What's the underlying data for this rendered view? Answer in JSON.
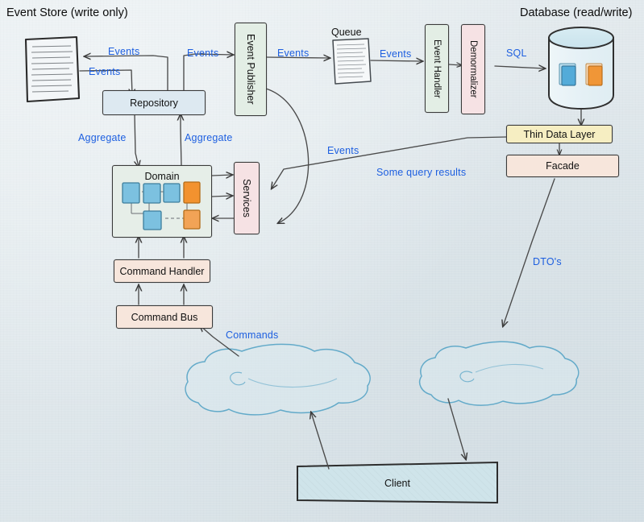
{
  "diagram": {
    "kind": "hand-drawn architecture diagram",
    "medium": "pencil and ink on paper",
    "headings": {
      "left": "Event Store (write only)",
      "right": "Database (read/write)"
    }
  },
  "nodes": {
    "event_store": {
      "label": "",
      "caption": "Event Store (write only)",
      "shape": "document",
      "color": "#f2f5f7"
    },
    "repository": {
      "label": "Repository",
      "shape": "rect",
      "color": "#dde9f1"
    },
    "event_publisher": {
      "label": "Event Publisher",
      "shape": "rect-vertical",
      "color": "#e3eee5"
    },
    "queue": {
      "label": "",
      "caption": "Queue",
      "shape": "document",
      "color": "#f4f6f7"
    },
    "event_handler": {
      "label": "Event Handler",
      "shape": "rect-vertical",
      "color": "#e3eee5"
    },
    "denormalizer": {
      "label": "Demormalizer",
      "shape": "rect-vertical",
      "color": "#f6e2e4"
    },
    "database": {
      "label": "",
      "caption": "Database (read/write)",
      "shape": "cylinder",
      "color": "#d5e8ef"
    },
    "thin_data_layer": {
      "label": "Thin Data Layer",
      "shape": "rect",
      "color": "#f6eec2"
    },
    "facade": {
      "label": "Facade",
      "shape": "rect",
      "color": "#f7e1d6"
    },
    "domain": {
      "label": "Domain",
      "shape": "rect",
      "color": "#e6eee8"
    },
    "services": {
      "label": "Services",
      "shape": "rect-vertical",
      "color": "#f6e2e4"
    },
    "command_handler": {
      "label": "Command Handler",
      "shape": "rect",
      "color": "#f7e6dc"
    },
    "command_bus": {
      "label": "Command Bus",
      "shape": "rect",
      "color": "#f7e6dc"
    },
    "client": {
      "label": "Client",
      "shape": "rect",
      "color": "#cfe4ea"
    },
    "cloud_left": {
      "label": "",
      "shape": "cloud",
      "color": "#dceaf0"
    },
    "cloud_right": {
      "label": "",
      "shape": "cloud",
      "color": "#dceaf0"
    }
  },
  "domain_entities": [
    {
      "id": "e1",
      "color": "#7cc1e0"
    },
    {
      "id": "e2",
      "color": "#7cc1e0"
    },
    {
      "id": "e3",
      "color": "#7cc1e0"
    },
    {
      "id": "e4",
      "color": "#f2922f"
    },
    {
      "id": "e5",
      "color": "#7cc1e0"
    },
    {
      "id": "e6",
      "color": "#f2a356"
    }
  ],
  "database_entities": [
    {
      "id": "d1",
      "color": "#4aa7d8"
    },
    {
      "id": "d2",
      "color": "#f0912c"
    }
  ],
  "edge_labels": [
    {
      "id": "events-store-back",
      "text": "Events"
    },
    {
      "id": "events-store-out",
      "text": "Events"
    },
    {
      "id": "events-to-publisher",
      "text": "Events"
    },
    {
      "id": "events-to-queue",
      "text": "Events"
    },
    {
      "id": "events-to-handler",
      "text": "Events"
    },
    {
      "id": "sql-to-database",
      "text": "SQL"
    },
    {
      "id": "aggregate-down",
      "text": "Aggregate"
    },
    {
      "id": "aggregate-up",
      "text": "Aggregate"
    },
    {
      "id": "events-to-services",
      "text": "Events"
    },
    {
      "id": "some-query-results",
      "text": "Some query results"
    },
    {
      "id": "dtos",
      "text": "DTO's"
    },
    {
      "id": "commands",
      "text": "Commands"
    }
  ],
  "colors": {
    "paper": "#dfe6ea",
    "ink": "#333333",
    "label_blue": "#1d5fe0",
    "pencil_blue": "#7fb6cf"
  }
}
